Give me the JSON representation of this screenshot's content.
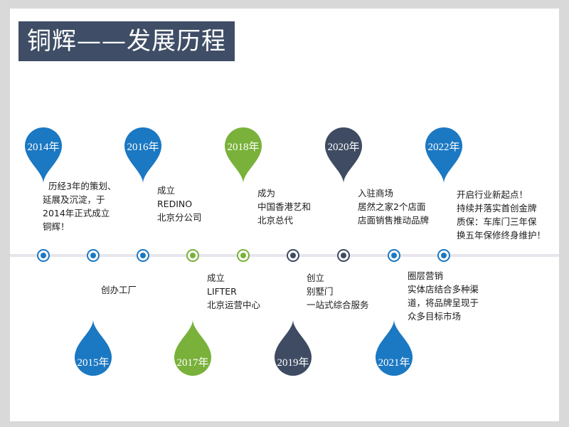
{
  "title": "铜辉——发展历程",
  "colors": {
    "blue": "#1b78c2",
    "green": "#79b13a",
    "navy": "#3e4b62",
    "line": "#e6e6ec"
  },
  "milestones": [
    {
      "year": "2014年",
      "color": "blue",
      "lines": [
        "  历经3年的策划、",
        "延展及沉淀，于",
        "2014年正式成立",
        "铜辉！"
      ]
    },
    {
      "year": "2015年",
      "color": "blue",
      "lines": [
        "创办工厂"
      ]
    },
    {
      "year": "2016年",
      "color": "blue",
      "lines": [
        "成立",
        "REDINO",
        "北京分公司"
      ]
    },
    {
      "year": "2017年",
      "color": "green",
      "lines": [
        "成立",
        "LIFTER",
        "北京运营中心"
      ]
    },
    {
      "year": "2018年",
      "color": "green",
      "lines": [
        "成为",
        "中国香港艺和",
        "北京总代"
      ]
    },
    {
      "year": "2019年",
      "color": "navy",
      "lines": [
        "创立",
        "别墅门",
        "一站式综合服务"
      ]
    },
    {
      "year": "2020年",
      "color": "navy",
      "lines": [
        "入驻商场",
        "居然之家2个店面",
        "店面销售推动品牌"
      ]
    },
    {
      "year": "2021年",
      "color": "blue",
      "lines": [
        "圈层营销",
        "实体店结合多种渠",
        "道，将品牌呈现于",
        "众多目标市场"
      ]
    },
    {
      "year": "2022年",
      "color": "blue",
      "lines": [
        "开启行业新起点！",
        "持续并落实首创金牌",
        "质保：车库门三年保",
        "换五年保修终身维护！"
      ]
    }
  ]
}
